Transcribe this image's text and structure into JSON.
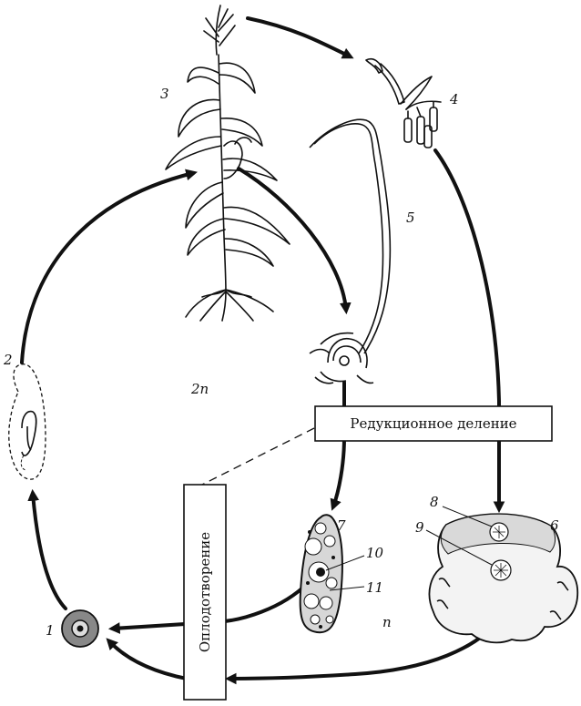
{
  "labels": {
    "n1": "1",
    "n2": "2",
    "n3": "3",
    "n4": "4",
    "n5": "5",
    "n6": "6",
    "n7": "7",
    "n8": "8",
    "n9": "9",
    "n10": "10",
    "n11": "11",
    "ploidy_diploid": "2n",
    "ploidy_haploid": "n"
  },
  "boxes": {
    "reduction": "Редукционное деление",
    "fertilization": "Оплодотворение"
  }
}
